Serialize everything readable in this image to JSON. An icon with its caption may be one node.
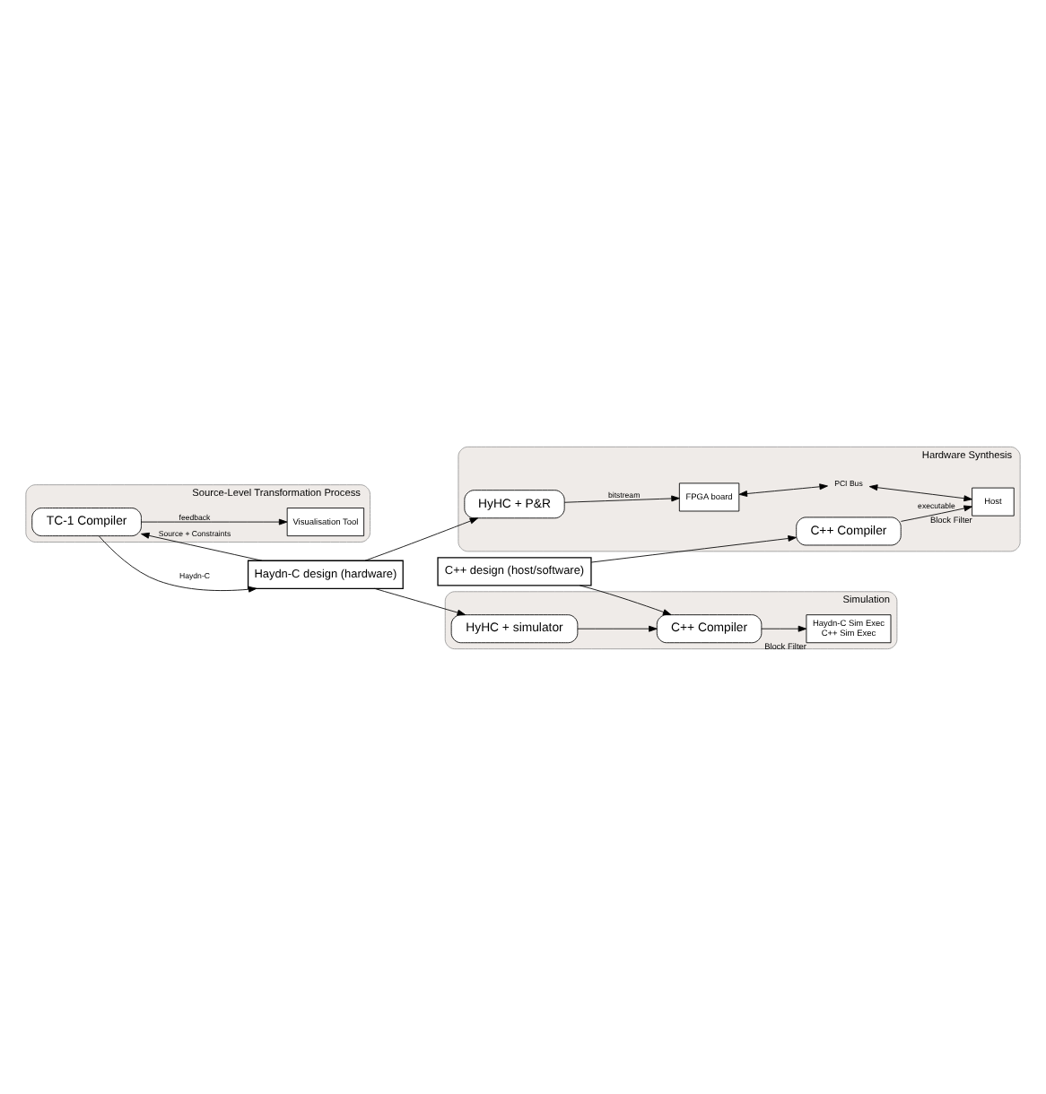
{
  "diagram": {
    "nodes": [
      {
        "text": [
          "Source-Level Transformation Process"
        ]
      },
      {
        "text": [
          "TC-1 Compiler"
        ],
        "in": 0
      },
      {
        "text": [
          "Visualisation Tool"
        ],
        "in": 0
      },
      {
        "text": [
          "Haydn-C design (hardware)"
        ]
      },
      {
        "text": [
          "Hardware Synthesis"
        ]
      },
      {
        "text": [
          "HyHC + P&R"
        ],
        "in": 4
      },
      {
        "text": [
          "FPGA board"
        ],
        "in": 4
      },
      {
        "text": [
          "PCI Bus"
        ],
        "in": 4
      },
      {
        "text": [
          "C++ Compiler"
        ],
        "in": 4
      },
      {
        "text": [
          "Host"
        ],
        "in": 4,
        "beside": [
          "Block Filter"
        ]
      },
      {
        "text": [
          "Simulation"
        ]
      },
      {
        "text": [
          "HyHC + simulator"
        ],
        "in": 10
      },
      {
        "text": [
          "C++ Compiler"
        ],
        "in": 10
      },
      {
        "text": [
          "Haydn-C Sim Exec",
          "C++ Sim Exec"
        ],
        "in": 10,
        "beside": [
          "Block Filter"
        ]
      },
      {
        "text": [
          "C++ design (host/software)"
        ]
      }
    ],
    "edges": [
      {
        "from": 1,
        "to": 3,
        "arrow": "to",
        "label": "Haydn-C"
      },
      {
        "from": 3,
        "to": 1,
        "arrow": "to",
        "label": "Source + Constraints"
      },
      {
        "from": 1,
        "to": 2,
        "arrow": "to",
        "label": "feedback"
      },
      {
        "from": 3,
        "to": 5,
        "arrow": "to"
      },
      {
        "from": 5,
        "to": 6,
        "arrow": "to",
        "label": "bitstream"
      },
      {
        "from": 6,
        "to": 7,
        "arrow": "both"
      },
      {
        "from": 7,
        "to": 9,
        "arrow": "both"
      },
      {
        "from": 8,
        "to": 9,
        "arrow": "to",
        "label": "executable"
      },
      {
        "from": 3,
        "to": 11,
        "arrow": "to"
      },
      {
        "from": 14,
        "to": 8,
        "arrow": "to"
      },
      {
        "from": 11,
        "to": 12,
        "arrow": "to"
      },
      {
        "from": 14,
        "to": 12,
        "arrow": "to"
      },
      {
        "from": 12,
        "to": 13,
        "arrow": "to"
      }
    ]
  }
}
